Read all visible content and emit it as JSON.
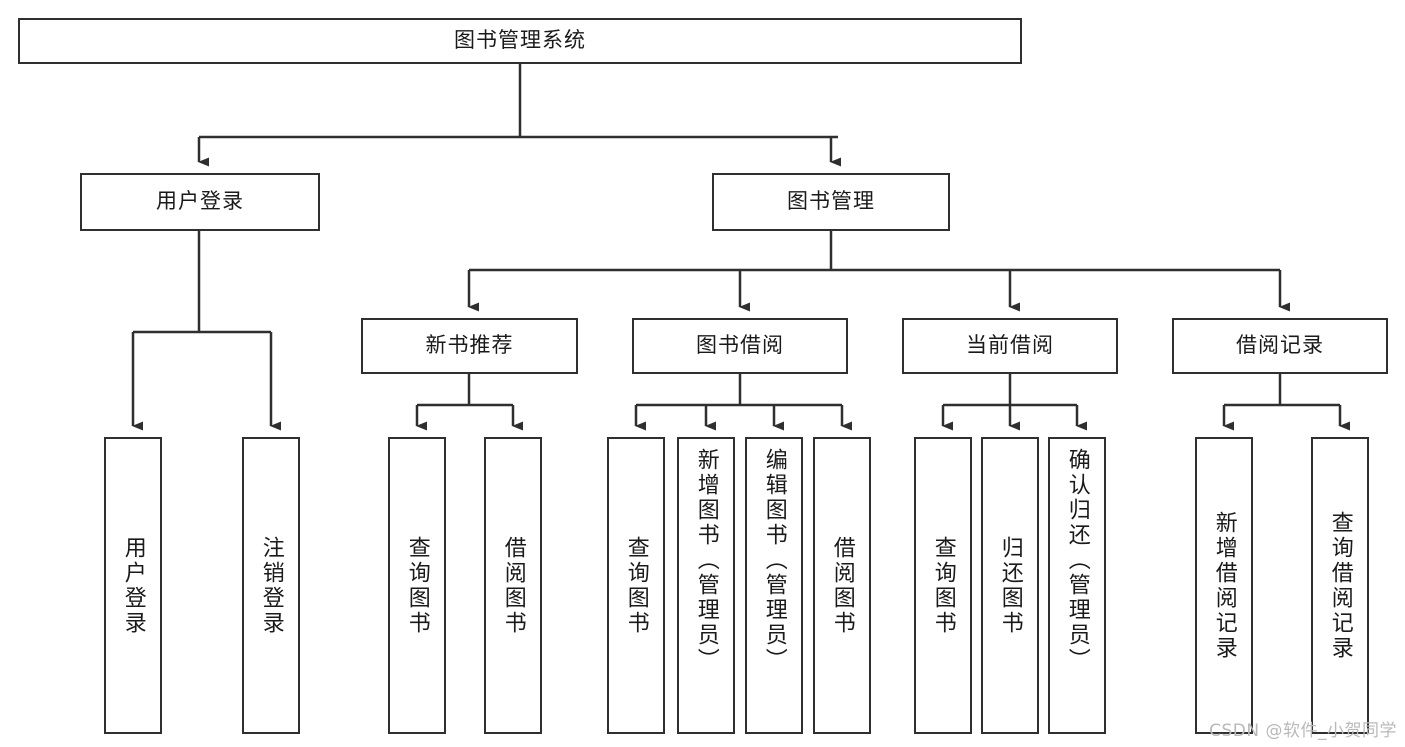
{
  "diagram": {
    "title": "图书管理系统",
    "root": {
      "label": "图书管理系统"
    },
    "level1": [
      {
        "label": "用户登录"
      },
      {
        "label": "图书管理"
      }
    ],
    "level2": [
      {
        "label": "新书推荐"
      },
      {
        "label": "图书借阅"
      },
      {
        "label": "当前借阅"
      },
      {
        "label": "借阅记录"
      }
    ],
    "leaves": {
      "user_login": [
        {
          "label": "用户登录"
        },
        {
          "label": "注销登录"
        }
      ],
      "new_book_recommend": [
        {
          "label": "查询图书"
        },
        {
          "label": "借阅图书"
        }
      ],
      "book_borrow": [
        {
          "label": "查询图书"
        },
        {
          "label": "新增图书（管理员）"
        },
        {
          "label": "编辑图书（管理员）"
        },
        {
          "label": "借阅图书"
        }
      ],
      "current_borrow": [
        {
          "label": "查询图书"
        },
        {
          "label": "归还图书"
        },
        {
          "label": "确认归还（管理员）"
        }
      ],
      "borrow_record": [
        {
          "label": "新增借阅记录"
        },
        {
          "label": "查询借阅记录"
        }
      ]
    }
  },
  "watermark": {
    "text": "CSDN @软件_小贺同学"
  },
  "colors": {
    "stroke": "#2f2f2f",
    "background": "#ffffff",
    "text": "#1a1a1a",
    "watermark": "#b9b9b9"
  }
}
